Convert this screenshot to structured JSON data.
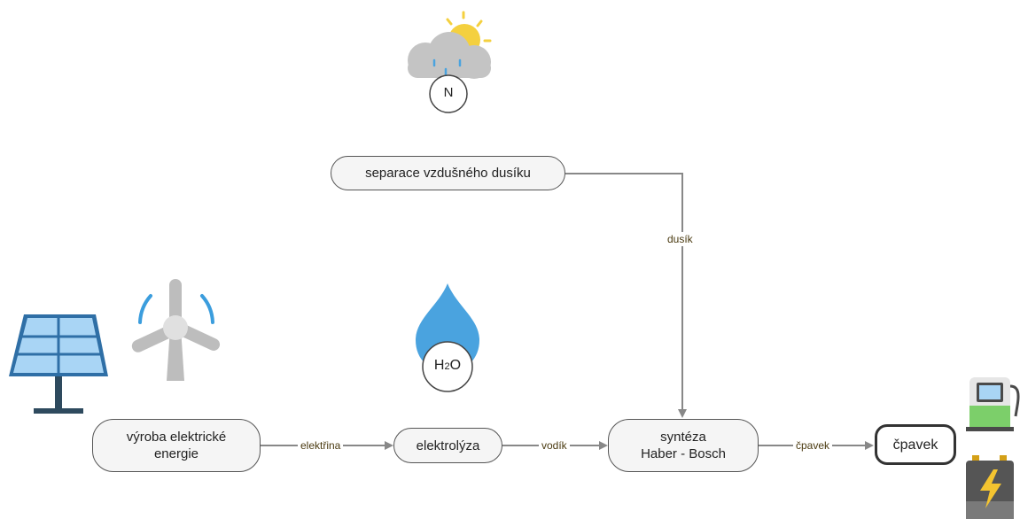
{
  "nodes": {
    "separation": "separace vzdušného dusíku",
    "power_production_line1": "výroba elektrické",
    "power_production_line2": "energie",
    "electrolysis": "elektrolýza",
    "synthesis_line1": "syntéza",
    "synthesis_line2": "Haber - Bosch",
    "ammonia": "čpavek"
  },
  "edges": {
    "nitrogen": "dusík",
    "electricity": "elektřina",
    "hydrogen": "vodík",
    "ammonia": "čpavek"
  },
  "icons": {
    "air_badge": "N",
    "water_badge_main": "H",
    "water_badge_sub": "2",
    "water_badge_end": "O"
  },
  "colors": {
    "node_fill": "#f5f5f5",
    "node_stroke": "#555555",
    "arrow": "#888888",
    "water_blue": "#4aa3df",
    "solar_blue": "#5dade2",
    "wind_gray": "#bdbdbd",
    "cloud_gray": "#c4c4c4",
    "sun_yellow": "#f4d03f",
    "pump_green": "#7ccf6a",
    "battery_dark": "#555555",
    "bolt_yellow": "#f4c430"
  }
}
